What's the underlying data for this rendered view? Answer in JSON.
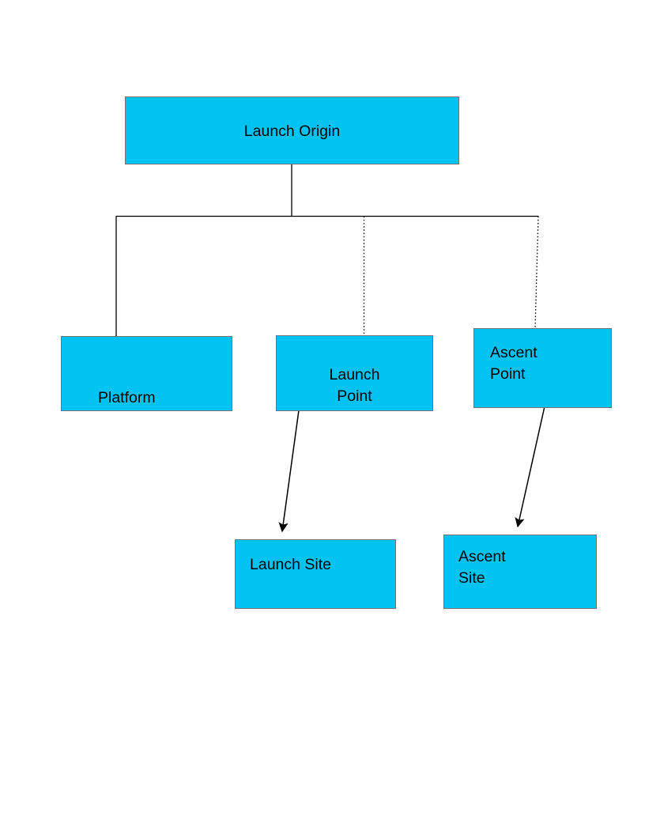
{
  "diagram": {
    "type": "hierarchy-tree",
    "title": "",
    "colors": {
      "node_fill": "#00c3f2",
      "node_border": "#6f7277",
      "edge_stroke": "#000000",
      "text": "#000000",
      "background": "#ffffff"
    },
    "nodes": [
      {
        "id": "launch-origin",
        "label": "Launch Origin",
        "lines": [
          "Launch Origin"
        ],
        "level": 0
      },
      {
        "id": "platform",
        "label": "Platform",
        "lines": [
          "Platform"
        ],
        "level": 1
      },
      {
        "id": "launch-point",
        "label": "Launch Point",
        "lines": [
          "Launch",
          "Point"
        ],
        "level": 1
      },
      {
        "id": "ascent-point",
        "label": "Ascent Point",
        "lines": [
          "Ascent",
          "Point"
        ],
        "level": 1
      },
      {
        "id": "launch-site",
        "label": "Launch Site",
        "lines": [
          "Launch Site"
        ],
        "level": 2
      },
      {
        "id": "ascent-site",
        "label": "Ascent Site",
        "lines": [
          "Ascent",
          "Site"
        ],
        "level": 2
      }
    ],
    "edges": [
      {
        "id": "edge-origin-trunk",
        "from": "launch-origin",
        "to": "trunk",
        "style": "solid",
        "arrow": false
      },
      {
        "id": "edge-trunk-platform",
        "from": "launch-origin",
        "to": "platform",
        "style": "solid",
        "arrow": false
      },
      {
        "id": "edge-trunk-launch-point",
        "from": "launch-origin",
        "to": "launch-point",
        "style": "dotted",
        "arrow": false
      },
      {
        "id": "edge-trunk-ascent-point",
        "from": "launch-origin",
        "to": "ascent-point",
        "style": "dotted",
        "arrow": false
      },
      {
        "id": "edge-launch-point-site",
        "from": "launch-point",
        "to": "launch-site",
        "style": "solid",
        "arrow": true
      },
      {
        "id": "edge-ascent-point-site",
        "from": "ascent-point",
        "to": "ascent-site",
        "style": "solid",
        "arrow": true
      }
    ]
  }
}
